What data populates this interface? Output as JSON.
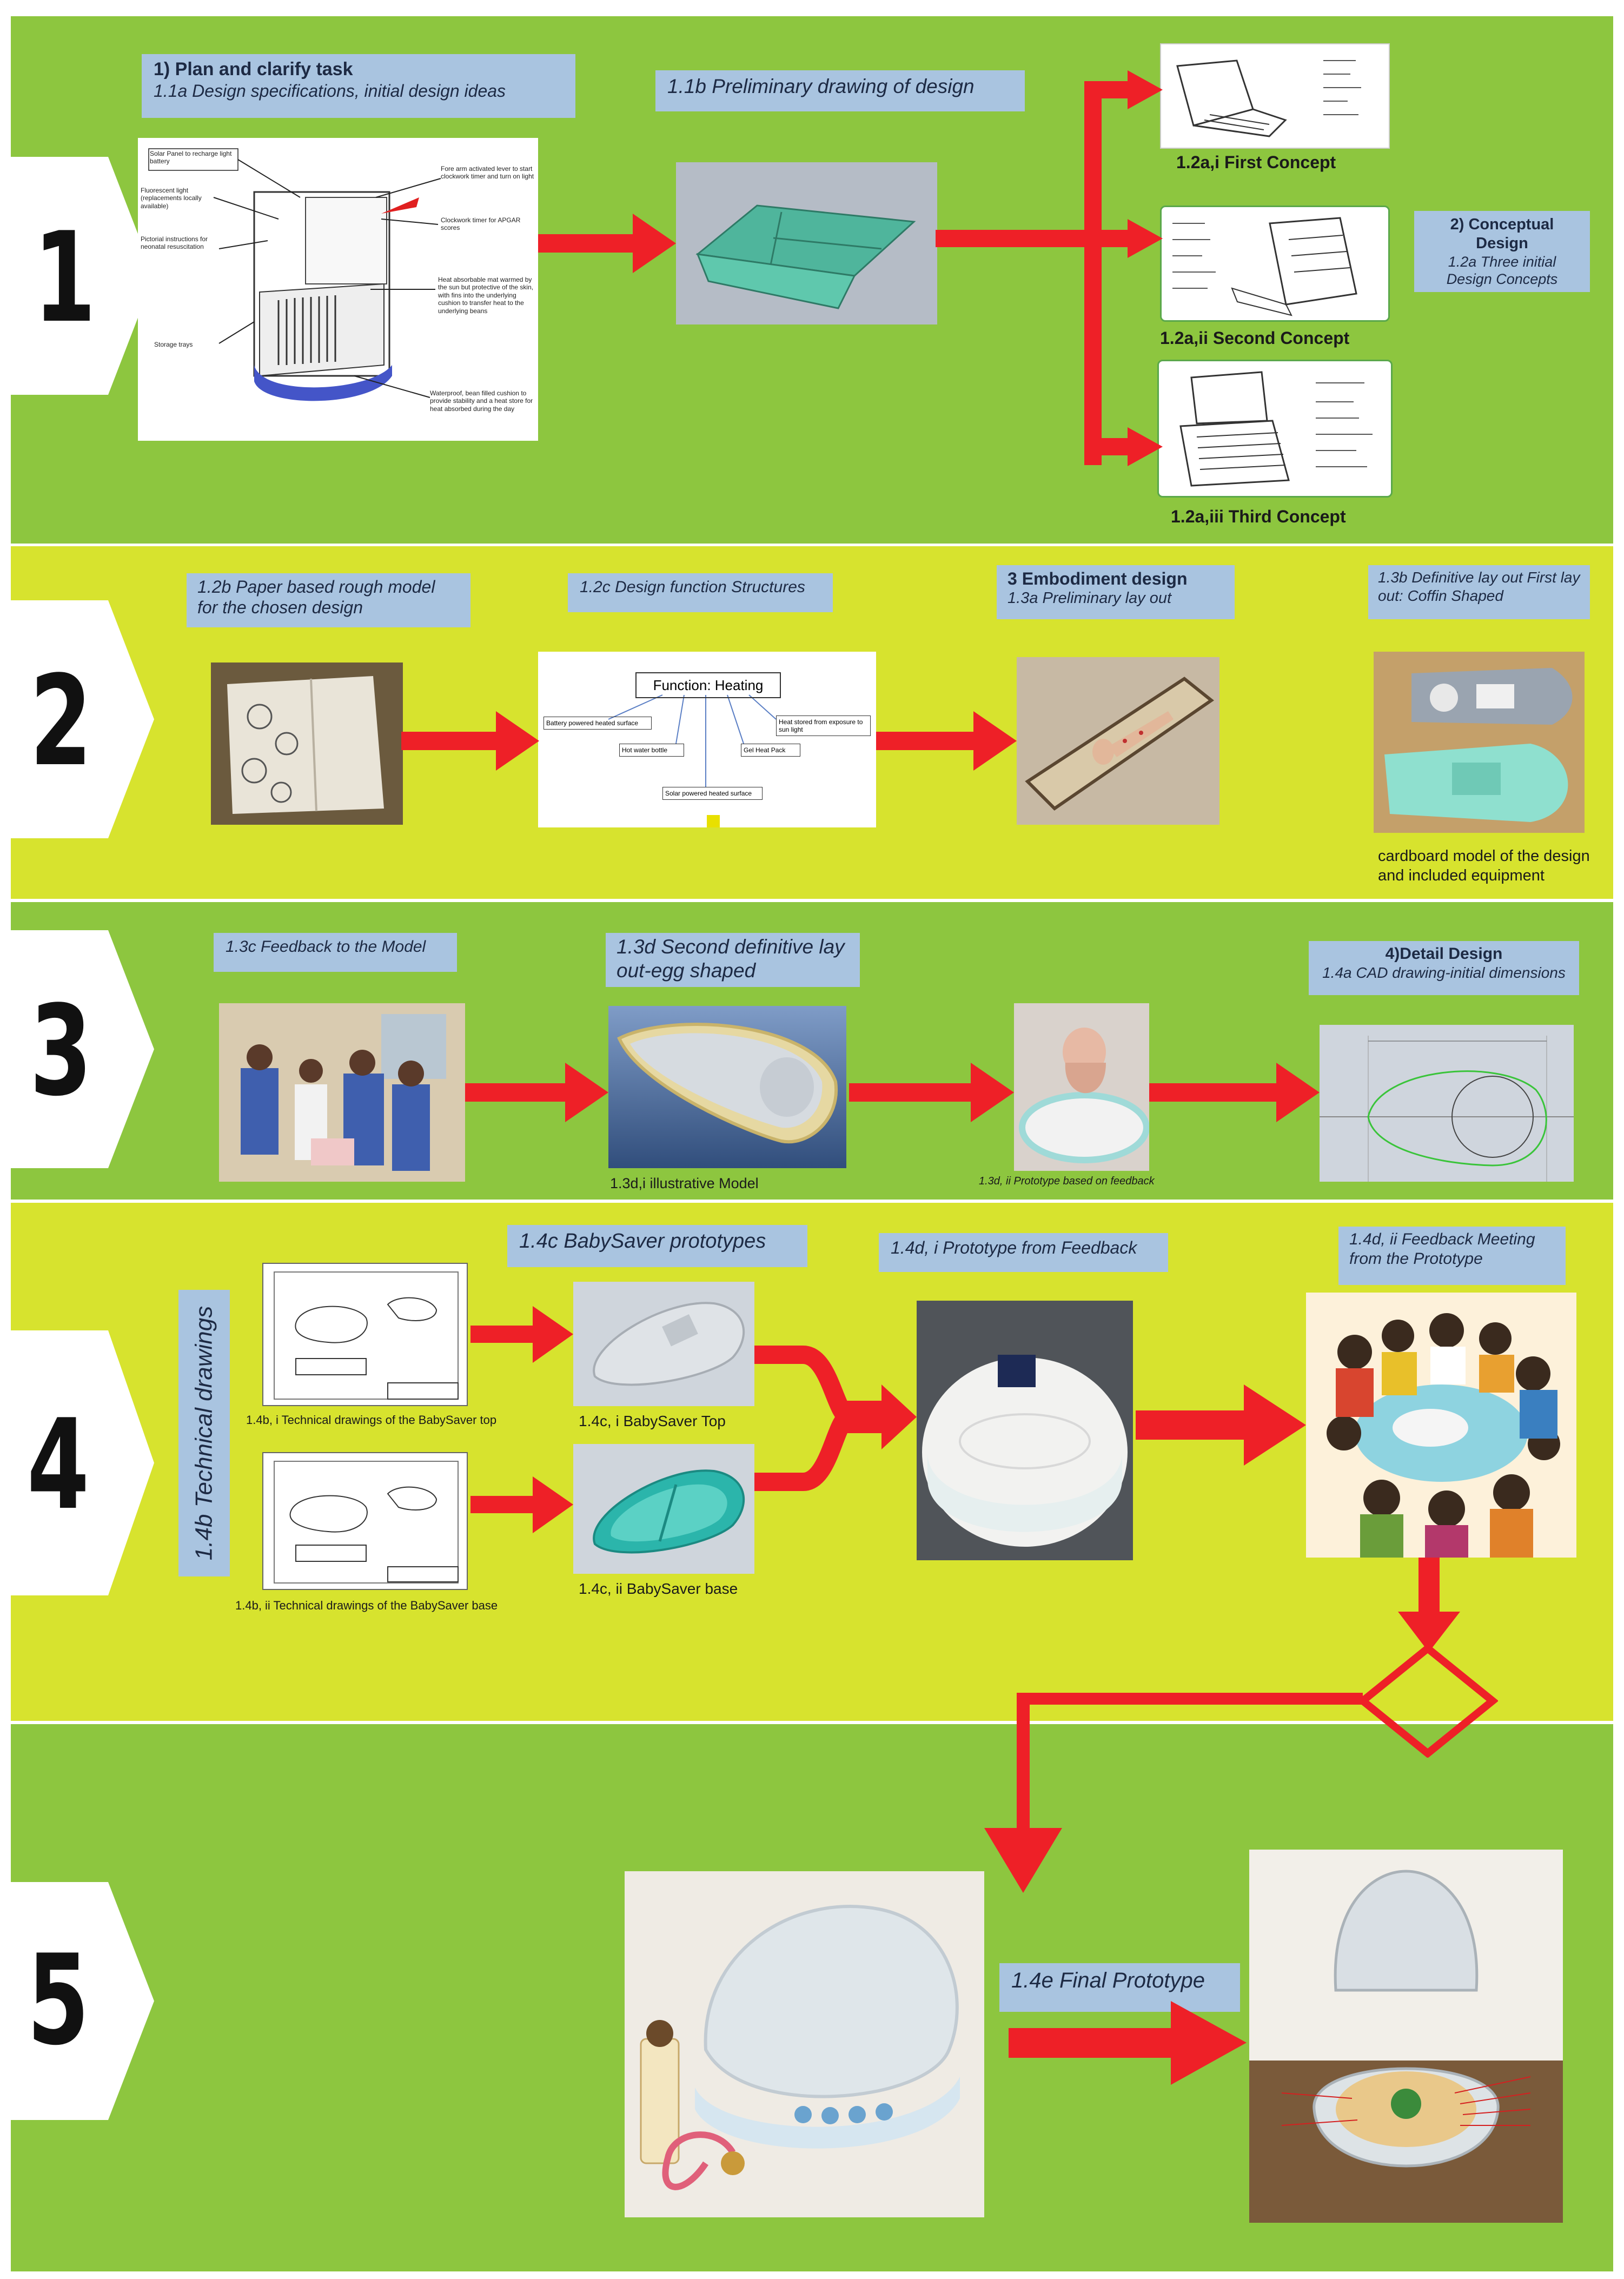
{
  "colors": {
    "green": "#8dc63f",
    "yellow": "#d7e32e",
    "label_bg": "#a9c4e0",
    "arrow": "#ee2027"
  },
  "steps": [
    "1",
    "2",
    "3",
    "4",
    "5"
  ],
  "row1": {
    "title": "1) Plan and clarify task",
    "subtitle": "1.1a Design specifications, initial design ideas",
    "prelim": "1.1b Preliminary drawing of design",
    "concept1": "1.2a,i First Concept",
    "concept2": "1.2a,ii Second Concept",
    "concept3": "1.2a,iii Third Concept",
    "conceptual_title": "2) Conceptual Design",
    "conceptual_sub": "1.2a Three initial Design Concepts",
    "sketch_annotations": {
      "solar": "Solar Panel to recharge light battery",
      "fluor": "Fluorescent light (replacements locally available)",
      "pictorial": "Pictorial instructions for neonatal resuscitation",
      "storage": "Storage trays",
      "lever": "Fore arm activated lever to start clockwork timer and turn on light",
      "clock": "Clockwork timer for APGAR scores",
      "heat": "Heat absorbable mat warmed by the sun but protective of the skin, with fins into the underlying cushion to transfer heat to the underlying beans",
      "waterproof": "Waterproof, bean filled cushion to provide stability and a heat store for heat absorbed during the day"
    }
  },
  "row2": {
    "paper": "1.2b Paper based rough model for the chosen design",
    "function_struct": "1.2c Design function Structures",
    "embodiment_title": "3  Embodiment design",
    "embodiment_sub": "1.3a Preliminary lay out",
    "definitive": "1.3b  Definitive lay out First lay out: Coffin Shaped",
    "cardboard_caption": "cardboard model of the design and included equipment",
    "diagram": {
      "main": "Function: Heating",
      "battery": "Battery powered heated surface",
      "heat_stored": "Heat stored from exposure to sun light",
      "hot_water": "Hot water bottle",
      "gel": "Gel Heat Pack",
      "solar": "Solar powered heated surface"
    }
  },
  "row3": {
    "feedback": "1.3c Feedback to the Model",
    "second": "1.3d Second definitive lay out-egg shaped",
    "illustrative": "1.3d,i illustrative Model",
    "prototype": "1.3d, ii Prototype based on feedback",
    "detail_title": "4)Detail Design",
    "detail_sub": "1.4a CAD drawing-initial dimensions"
  },
  "row4": {
    "technical": "1.4b Technical drawings",
    "td_top": "1.4b, i Technical drawings of the BabySaver top",
    "td_base": "1.4b, ii Technical drawings of the BabySaver base",
    "protos": "1.4c BabySaver prototypes",
    "top": "1.4c, i BabySaver Top",
    "base": "1.4c, ii BabySaver base",
    "from_feedback": "1.4d, i Prototype from Feedback",
    "meeting": "1.4d, ii Feedback Meeting from the Prototype"
  },
  "row5": {
    "final": "1.4e Final Prototype"
  }
}
